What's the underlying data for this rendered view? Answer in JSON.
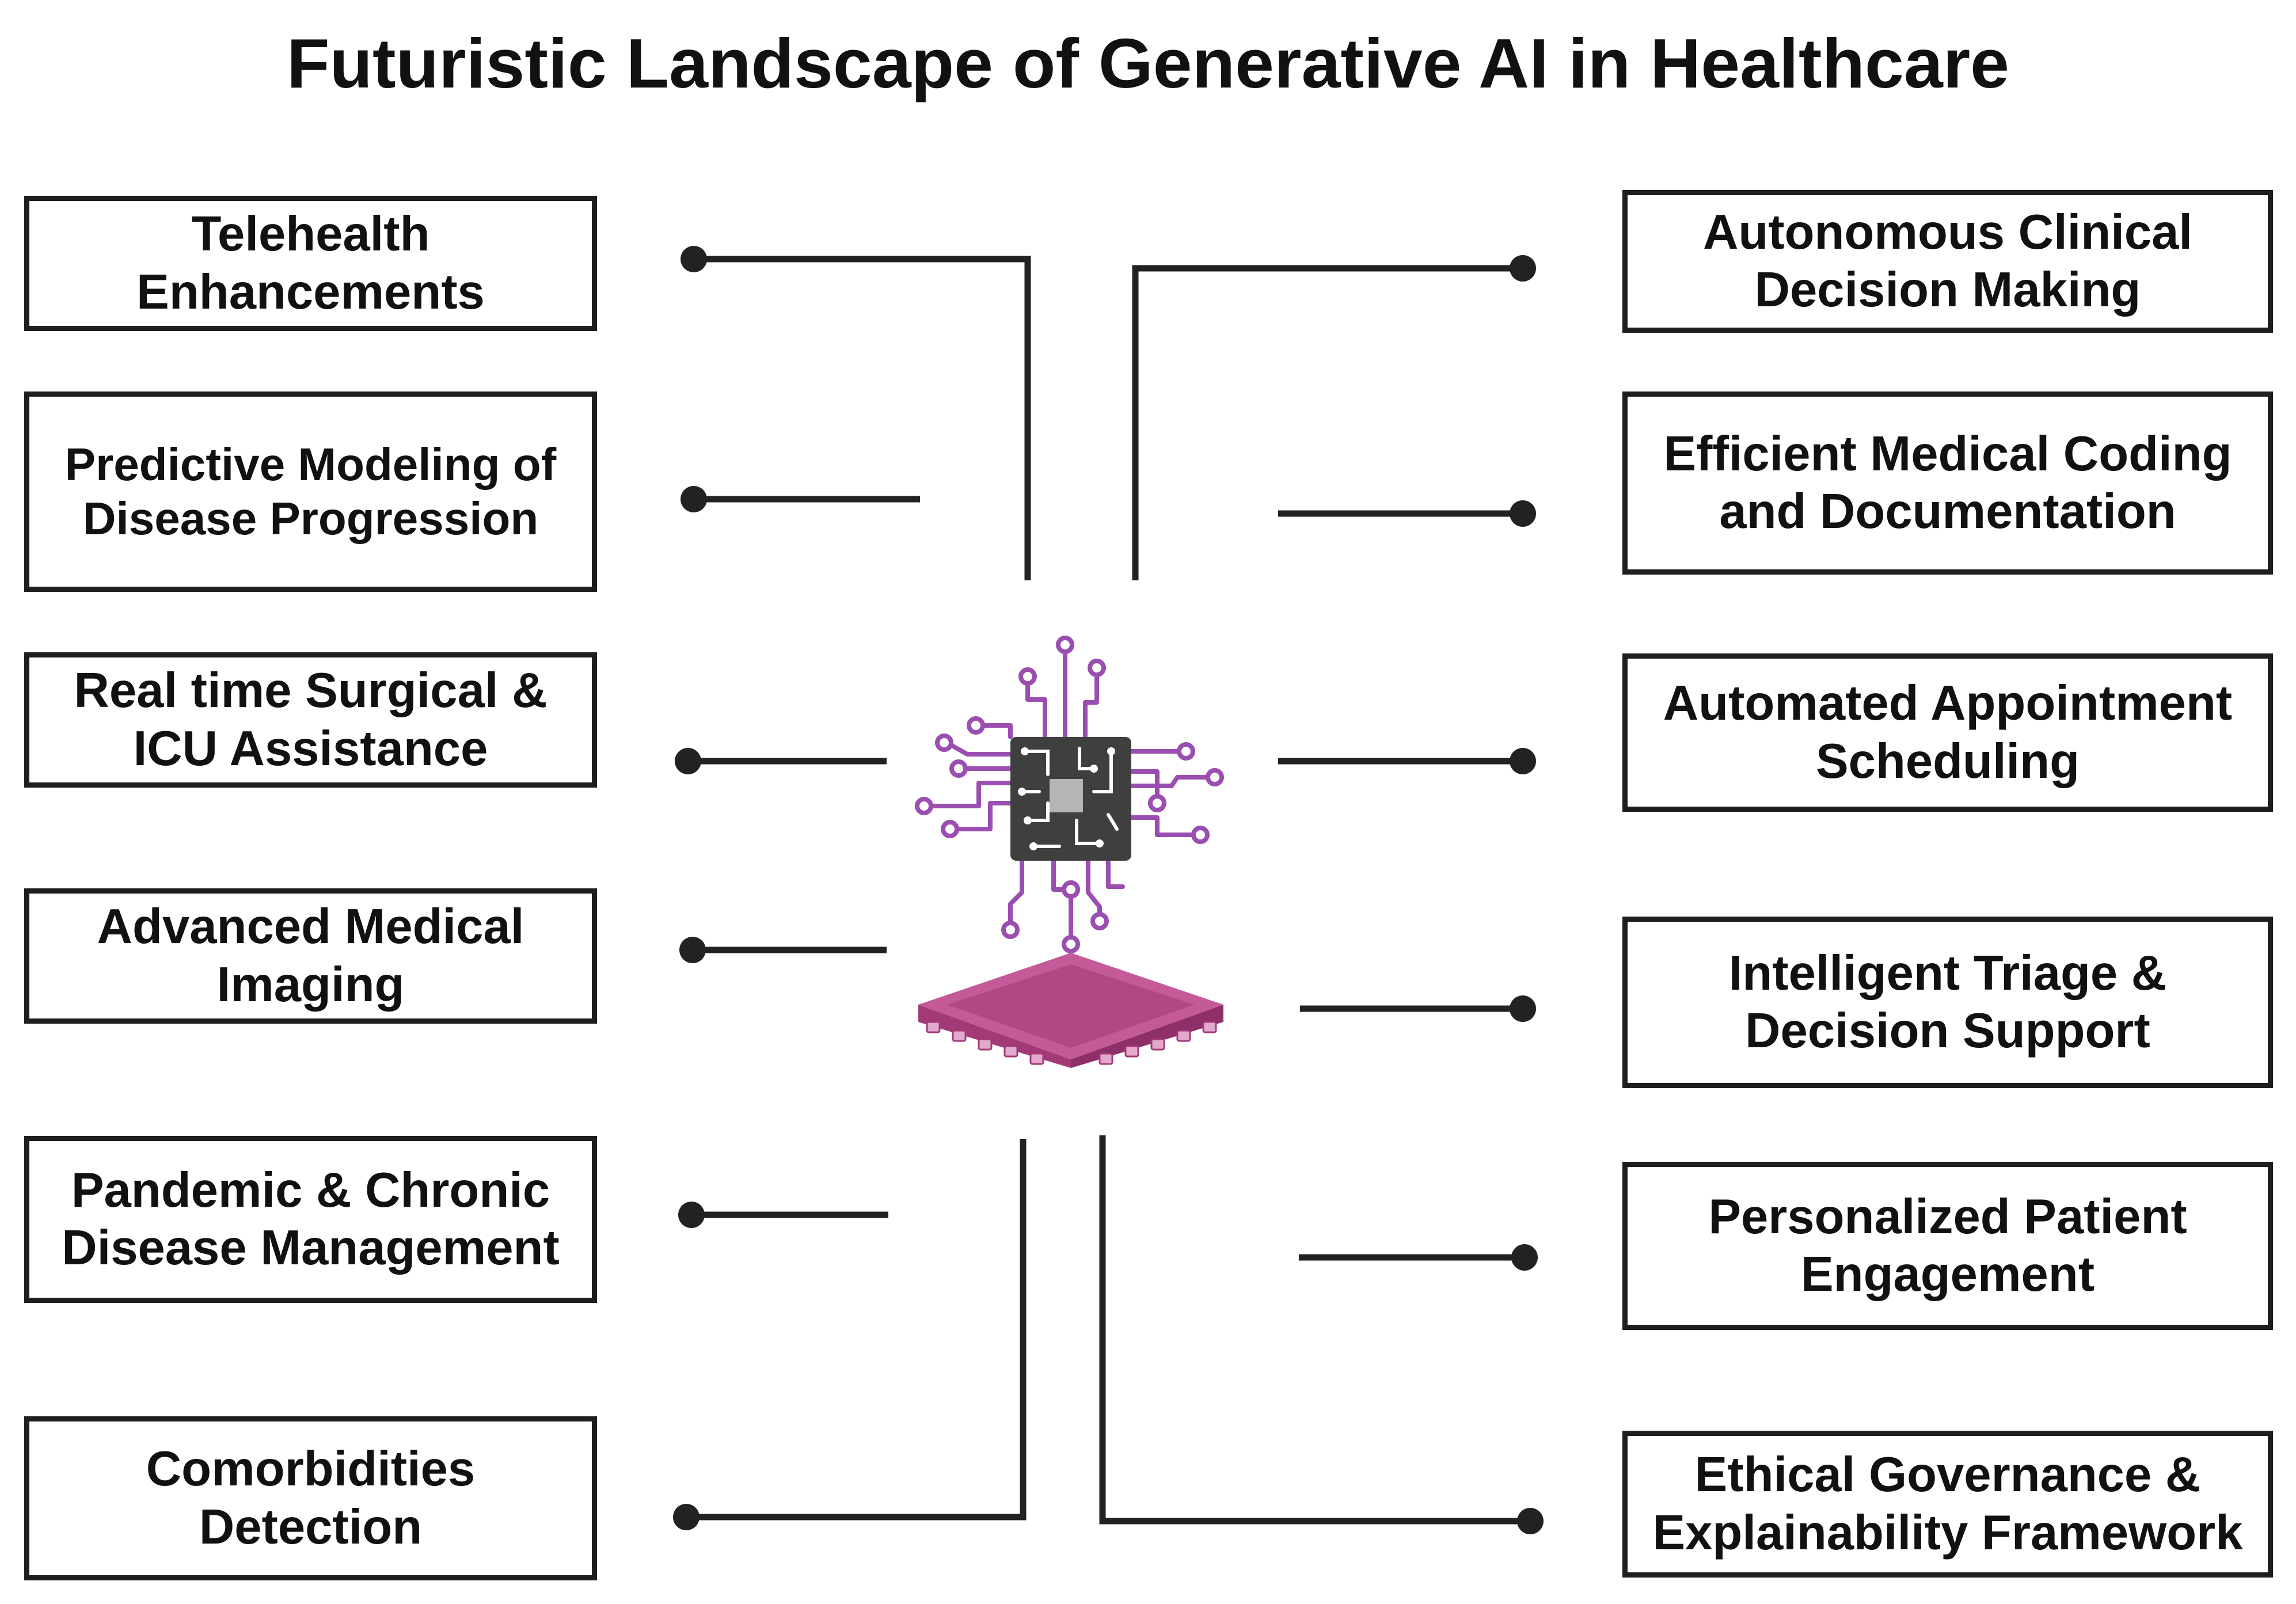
{
  "title": "Futuristic Landscape of Generative AI in Healthcare",
  "left_items": [
    {
      "line1": "Telehealth",
      "line2": "Enhancements"
    },
    {
      "line1": "Predictive Modeling of",
      "line2": "Disease Progression"
    },
    {
      "line1": "Real time Surgical &",
      "line2": "ICU Assistance"
    },
    {
      "line1": "Advanced Medical",
      "line2": "Imaging"
    },
    {
      "line1": "Pandemic & Chronic",
      "line2": "Disease Management"
    },
    {
      "line1": "Comorbidities",
      "line2": "Detection"
    }
  ],
  "right_items": [
    {
      "line1": "Autonomous Clinical",
      "line2": "Decision Making"
    },
    {
      "line1": "Efficient Medical Coding",
      "line2": "and Documentation"
    },
    {
      "line1": "Automated Appointment",
      "line2": "Scheduling"
    },
    {
      "line1": "Intelligent Triage &",
      "line2": "Decision Support"
    },
    {
      "line1": "Personalized Patient",
      "line2": "Engagement"
    },
    {
      "line1": "Ethical Governance &",
      "line2": "Explainability Framework"
    }
  ],
  "colors": {
    "line": "#222222",
    "chip_body": "#3f3f3f",
    "chip_core": "#b5b5b5",
    "circuit": "#9a4fb0",
    "base": "#a23a78",
    "base_light": "#c45a98",
    "pins": "#e3a9cc"
  },
  "icons": {
    "central": "ai-chip-icon"
  }
}
